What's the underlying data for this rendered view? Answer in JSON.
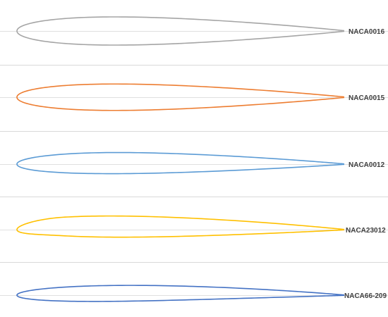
{
  "chart_data": {
    "type": "line",
    "series": [
      {
        "name": "NACA0016",
        "color": "#a5a5a5",
        "thickness": 0.16,
        "max_camber": 0.0,
        "camber_pos": 0.4,
        "camber_shape": "symmetric"
      },
      {
        "name": "NACA0015",
        "color": "#ed7d31",
        "thickness": 0.15,
        "max_camber": 0.0,
        "camber_pos": 0.4,
        "camber_shape": "symmetric"
      },
      {
        "name": "NACA0012",
        "color": "#5b9bd5",
        "thickness": 0.12,
        "max_camber": 0.006,
        "camber_pos": 0.35,
        "camber_shape": "cambered"
      },
      {
        "name": "NACA23012",
        "color": "#ffc000",
        "thickness": 0.12,
        "max_camber": 0.018,
        "camber_pos": 0.15,
        "camber_shape": "cambered"
      },
      {
        "name": "NACA66-209",
        "color": "#4472c4",
        "thickness": 0.09,
        "max_camber": 0.012,
        "camber_pos": 0.5,
        "camber_shape": "cambered"
      }
    ],
    "legend": "labels-at-trailing-edge",
    "grid": true
  }
}
